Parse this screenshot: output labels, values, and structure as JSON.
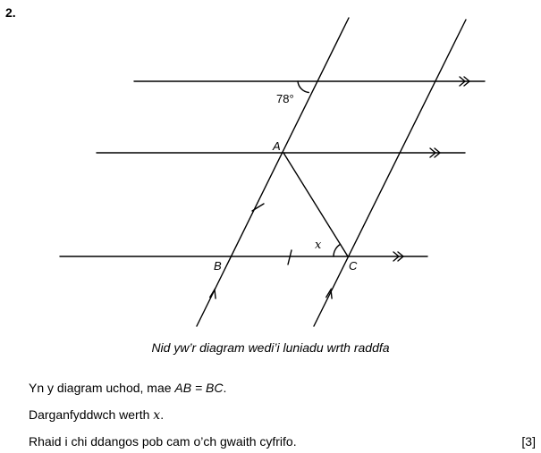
{
  "question": {
    "number": "2."
  },
  "diagram": {
    "angle_label": "78°",
    "point_a": "A",
    "point_b": "B",
    "point_c": "C",
    "angle_x": "x"
  },
  "caption": "Nid yw’r diagram wedi’i luniadu wrth raddfa",
  "text": {
    "line1_prefix": "Yn y diagram uchod, mae ",
    "line1_expr": "AB = BC",
    "line1_suffix": ".",
    "line2_prefix": "Darganfyddwch werth ",
    "line2_var": "x",
    "line2_suffix": ".",
    "line3": "Rhaid i chi ddangos pob cam o’ch gwaith cyfrifo.",
    "marks": "[3]"
  }
}
